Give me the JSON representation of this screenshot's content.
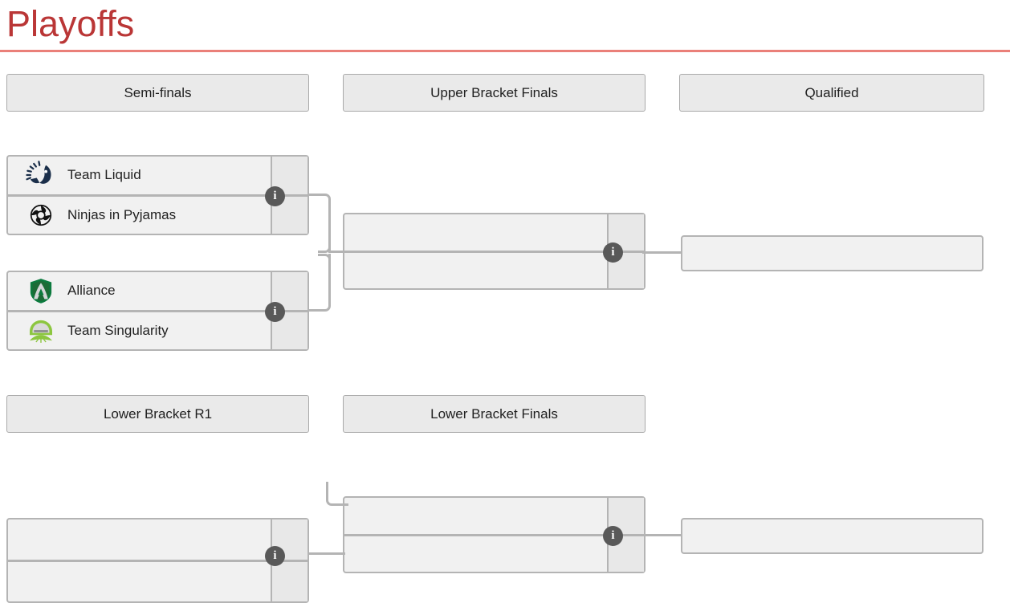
{
  "page": {
    "title": "Playoffs",
    "accent_color": "#ba3636",
    "rule_color": "#ea8079",
    "box_fill": "#f1f1f1",
    "box_border": "#b4b4b4",
    "header_fill": "#eaeaea",
    "header_border": "#a9a9a9",
    "info_badge_color": "#595959"
  },
  "headers": {
    "semifinals": "Semi-finals",
    "upper_bracket_finals": "Upper Bracket Finals",
    "qualified": "Qualified",
    "lower_bracket_r1": "Lower Bracket R1",
    "lower_bracket_finals": "Lower Bracket Finals"
  },
  "info_label": "i",
  "matches": {
    "sf1": {
      "name": "semifinal-1",
      "teams": [
        {
          "name": "Team Liquid",
          "logo": "team-liquid-logo",
          "score": ""
        },
        {
          "name": "Ninjas in Pyjamas",
          "logo": "ninjas-in-pyjamas-logo",
          "score": ""
        }
      ]
    },
    "sf2": {
      "name": "semifinal-2",
      "teams": [
        {
          "name": "Alliance",
          "logo": "alliance-logo",
          "score": ""
        },
        {
          "name": "Team Singularity",
          "logo": "team-singularity-logo",
          "score": ""
        }
      ]
    },
    "ubf": {
      "name": "upper-bracket-final",
      "teams": [
        {
          "name": "",
          "logo": "",
          "score": ""
        },
        {
          "name": "",
          "logo": "",
          "score": ""
        }
      ]
    },
    "qualified_upper": {
      "name": "qualified-slot-upper",
      "teams": [
        {
          "name": "",
          "logo": "",
          "score": ""
        }
      ]
    },
    "lbr1": {
      "name": "lower-bracket-r1",
      "teams": [
        {
          "name": "",
          "logo": "",
          "score": ""
        },
        {
          "name": "",
          "logo": "",
          "score": ""
        }
      ]
    },
    "lbf": {
      "name": "lower-bracket-final",
      "teams": [
        {
          "name": "",
          "logo": "",
          "score": ""
        },
        {
          "name": "",
          "logo": "",
          "score": ""
        }
      ]
    },
    "qualified_lower": {
      "name": "qualified-slot-lower",
      "teams": [
        {
          "name": "",
          "logo": "",
          "score": ""
        }
      ]
    }
  }
}
